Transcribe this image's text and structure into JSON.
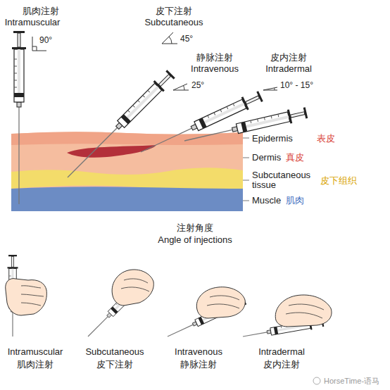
{
  "diagram": {
    "labels": [
      "肌肉注射",
      "Intramuscular",
      "90°",
      "皮下注射",
      "Subcutaneous",
      "45°",
      "静脉注射",
      "Intravenous",
      "25°",
      "皮内注射",
      "Intradermal",
      "10° - 15°",
      "Epidermis",
      "表皮",
      "Dermis",
      "真皮",
      "Subcutaneous tissue",
      "皮下组织",
      "Muscle",
      "肌肉",
      "注射角度",
      "Angle of injections",
      "Intramuscular",
      "肌肉注射",
      "Subcutaneous",
      "皮下注射",
      "Intravenous",
      "静脉注射",
      "Intradermal",
      "皮内注射",
      "HorseTime-语马"
    ]
  }
}
